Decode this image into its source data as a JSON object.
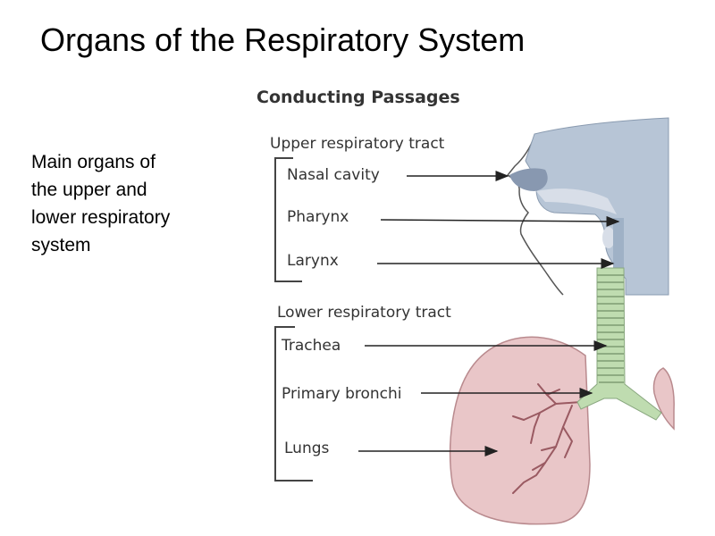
{
  "slide": {
    "title": "Organs of the Respiratory System",
    "bullet": "Main organs of the upper and lower respiratory system"
  },
  "diagram": {
    "title": "Conducting Passages",
    "upper_tract": {
      "heading": "Upper respiratory tract",
      "items": [
        "Nasal cavity",
        "Pharynx",
        "Larynx"
      ]
    },
    "lower_tract": {
      "heading": "Lower respiratory tract",
      "items": [
        "Trachea",
        "Primary bronchi",
        "Lungs"
      ]
    }
  }
}
